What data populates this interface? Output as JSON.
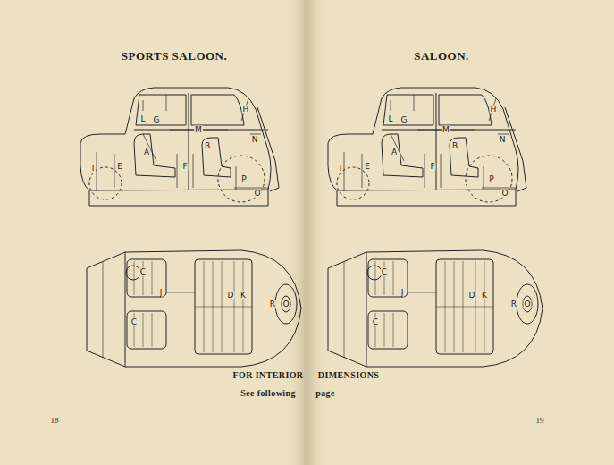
{
  "diagram": {
    "labels": [
      "SPORTS SALOON.",
      "SALOON.",
      "L",
      "G",
      "H",
      "M",
      "A",
      "B",
      "N",
      "P",
      "I",
      "E",
      "F",
      "O",
      "C",
      "J",
      "C",
      "D",
      "K",
      "R",
      "O",
      "L",
      "G",
      "H",
      "M",
      "A",
      "B",
      "N",
      "P",
      "I",
      "E",
      "F",
      "O",
      "C",
      "J",
      "C",
      "D",
      "K",
      "R",
      "O",
      "FOR INTERIOR",
      "DIMENSIONS",
      "See following",
      "page",
      "18",
      "19"
    ]
  }
}
